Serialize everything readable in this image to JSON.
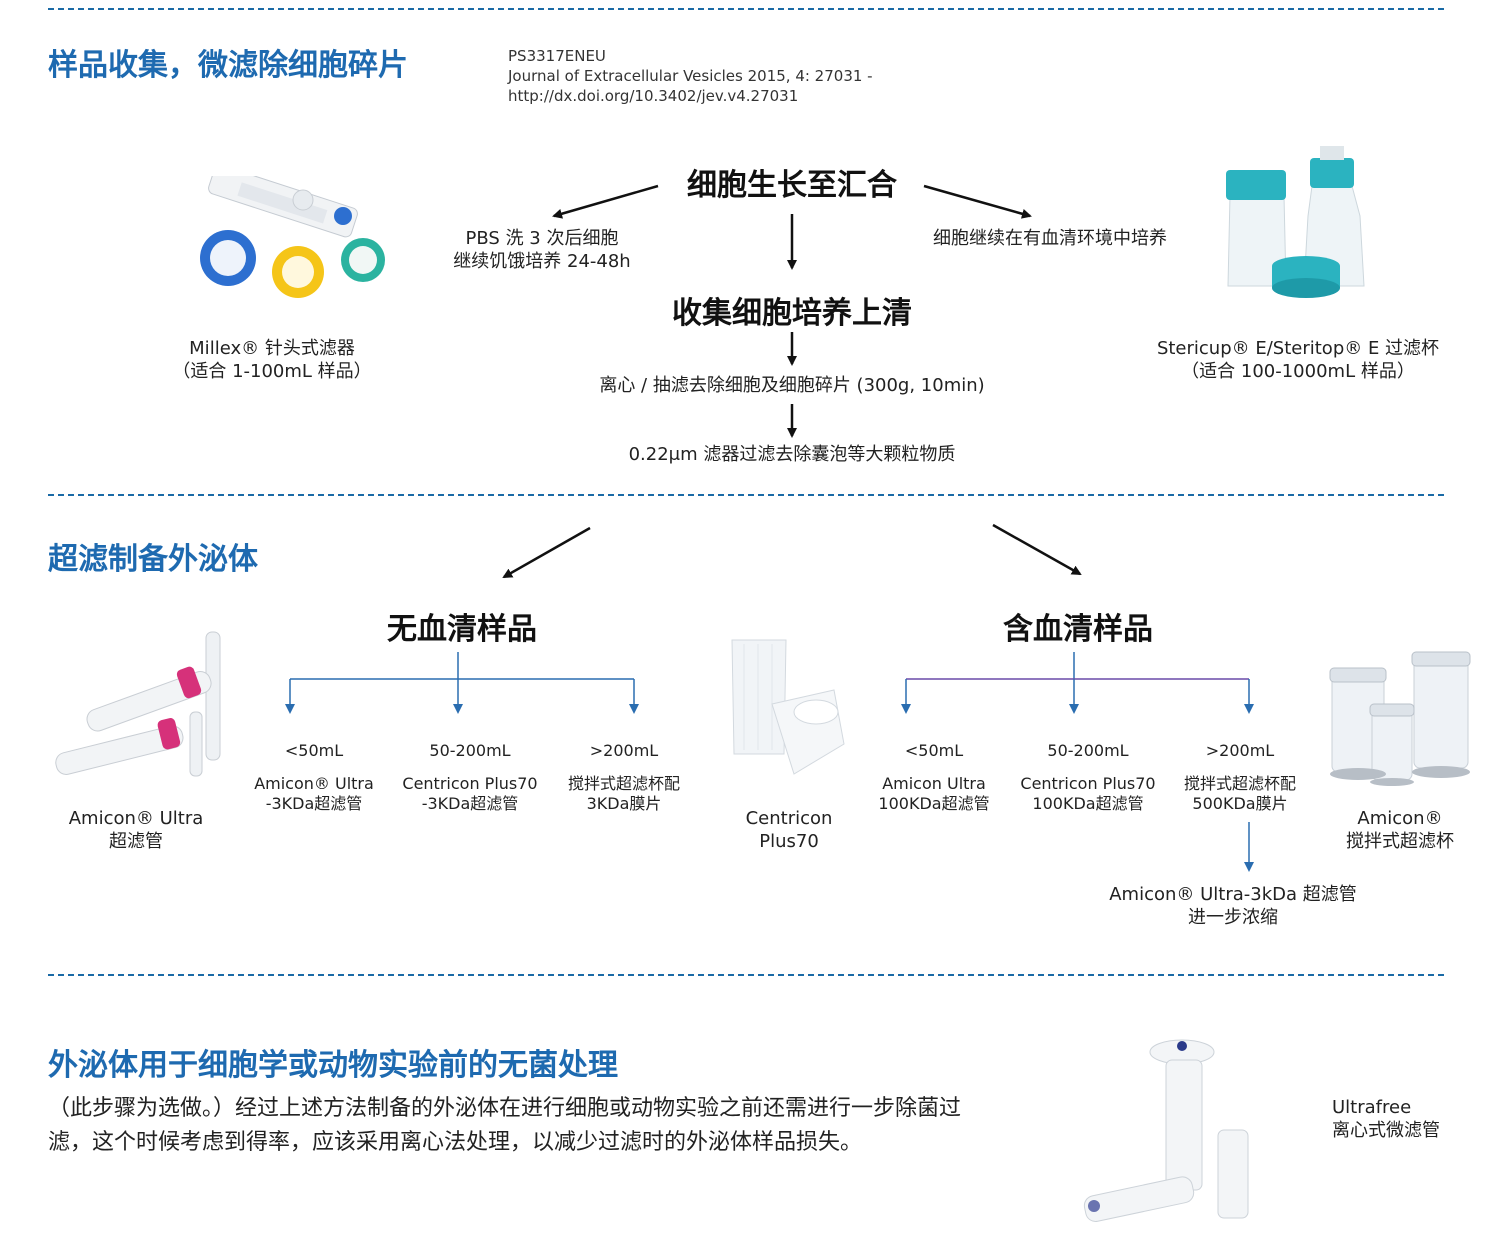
{
  "sections": {
    "s1_title": "样品收集，微滤除细胞碎片",
    "s2_title": "超滤制备外泌体",
    "s3_title": "外泌体用于细胞学或动物实验前的无菌处理"
  },
  "reference": {
    "code": "PS3317ENEU",
    "journal": "Journal of Extracellular Vesicles 2015, 4: 27031 -",
    "doi": "http://dx.doi.org/10.3402/jev.v4.27031"
  },
  "flow1": {
    "top": "细胞生长至汇合",
    "left_line1": "PBS 洗 3 次后细胞",
    "left_line2": "继续饥饿培养 24-48h",
    "right": "细胞继续在有血清环境中培养",
    "collect": "收集细胞培养上清",
    "centrifuge": "离心 / 抽滤去除细胞及细胞碎片 (300g, 10min)",
    "filter": "0.22μm 滤器过滤去除囊泡等大颗粒物质"
  },
  "products_top": {
    "millex_line1": "Millex® 针头式滤器",
    "millex_line2": "（适合 1-100mL 样品）",
    "stericup_line1": "Stericup® E/Steritop® E 过滤杯",
    "stericup_line2": "（适合 100-1000mL 样品）"
  },
  "serum_free": {
    "title": "无血清样品",
    "branches": [
      {
        "range": "<50mL",
        "line1": "Amicon® Ultra",
        "line2": "-3KDa超滤管"
      },
      {
        "range": "50-200mL",
        "line1": "Centricon Plus70",
        "line2": "-3KDa超滤管"
      },
      {
        "range": ">200mL",
        "line1": "搅拌式超滤杯配",
        "line2": "3KDa膜片"
      }
    ]
  },
  "serum": {
    "title": "含血清样品",
    "branches": [
      {
        "range": "<50mL",
        "line1": "Amicon Ultra",
        "line2": "100KDa超滤管"
      },
      {
        "range": "50-200mL",
        "line1": "Centricon Plus70",
        "line2": "100KDa超滤管"
      },
      {
        "range": ">200mL",
        "line1": "搅拌式超滤杯配",
        "line2": "500KDa膜片"
      }
    ],
    "further_line1": "Amicon® Ultra-3kDa 超滤管",
    "further_line2": "进一步浓缩"
  },
  "products_mid": {
    "amicon_line1": "Amicon® Ultra",
    "amicon_line2": "超滤管",
    "centricon_line1": "Centricon",
    "centricon_line2": "Plus70",
    "stirred_line1": "Amicon®",
    "stirred_line2": "搅拌式超滤杯"
  },
  "sterile": {
    "paragraph": "（此步骤为选做。）经过上述方法制备的外泌体在进行细胞或动物实验之前还需进行一步除菌过滤，这个时候考虑到得率，应该采用离心法处理，以减少过滤时的外泌体样品损失。",
    "ultrafree_line1": "Ultrafree",
    "ultrafree_line2": "离心式微滤管"
  },
  "colors": {
    "accent": "#1e6ab0",
    "dash": "#1a6aa6",
    "bracket": "#2a6db0",
    "bracket_alt": "#6a4aa8",
    "teal": "#2bb3c0"
  }
}
